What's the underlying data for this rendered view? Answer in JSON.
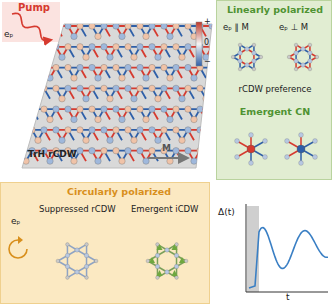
{
  "diagram": {
    "nodes": [
      {
        "text": [
          "Linearly polarized",
          "eₚ ∥ M",
          "eₚ ⊥ M",
          "rCDW preference",
          "Emergent CN"
        ]
      },
      {
        "text": [
          "Circularly polarized",
          "eₚ",
          "Suppressed rCDW",
          "Emergent iCDW"
        ]
      }
    ],
    "labels": [
      "Pump",
      "eₚ",
      "+",
      "0",
      "−",
      "TrH rCDW",
      "M",
      "Δ(t)",
      "t"
    ]
  }
}
